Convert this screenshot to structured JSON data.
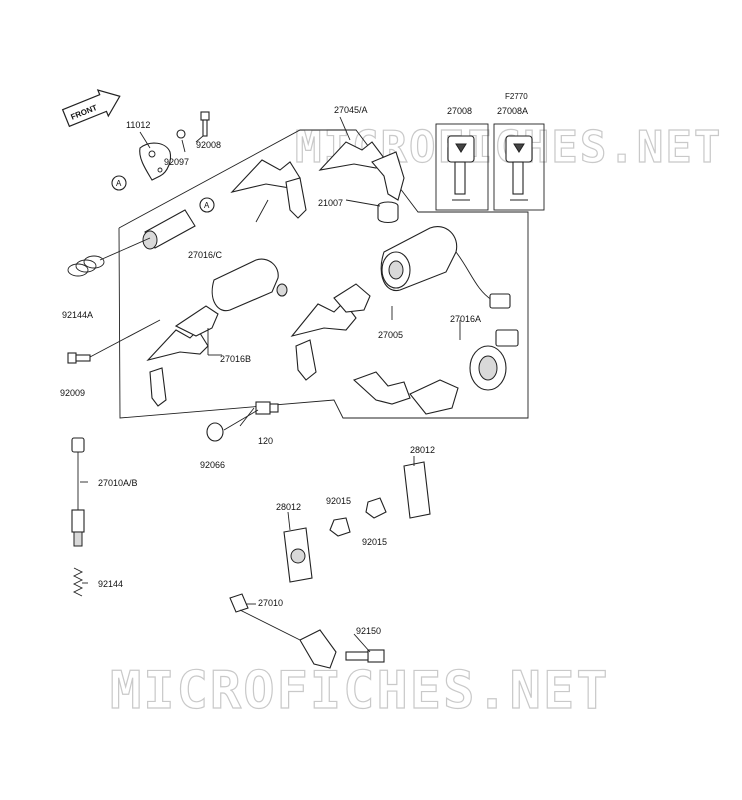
{
  "watermark_text": "MICROFICHES.NET",
  "front_label": "FRONT",
  "figure_code": "F2770",
  "callout_marker": "A",
  "part_labels": {
    "p11012": "11012",
    "p92008": "92008",
    "p92097": "92097",
    "p27045A": "27045/A",
    "p27008": "27008",
    "p27008A": "27008A",
    "p21007": "21007",
    "p27016C": "27016/C",
    "p92144A": "92144A",
    "p27016B": "27016B",
    "p27005": "27005",
    "p27016A": "27016A",
    "p92009": "92009",
    "p120": "120",
    "p92066": "92066",
    "p28012a": "28012",
    "p27010AB": "27010A/B",
    "p92015a": "92015",
    "p28012b": "28012",
    "p92015b": "92015",
    "p92144": "92144",
    "p27010": "27010",
    "p92150": "92150"
  }
}
